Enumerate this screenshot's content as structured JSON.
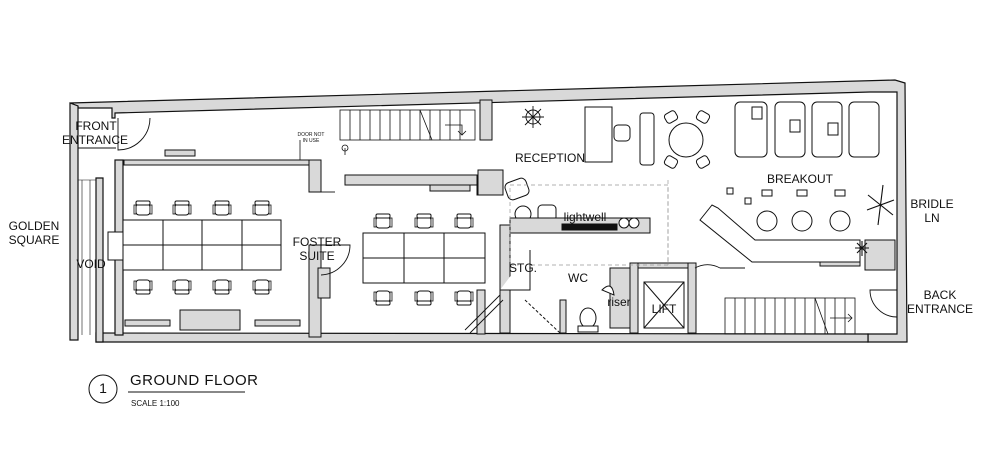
{
  "plan": {
    "title": "GROUND FLOOR",
    "number": "1",
    "scale": "SCALE  1:100"
  },
  "labels": {
    "front_entrance_1": "FRONT",
    "front_entrance_2": "ENTRANCE",
    "golden_square_1": "GOLDEN",
    "golden_square_2": "SQUARE",
    "void": "VOID",
    "foster_suite_1": "FOSTER",
    "foster_suite_2": "SUITE",
    "door_not_in_use_1": "DOOR NOT",
    "door_not_in_use_2": "IN USE",
    "reception": "RECEPTION",
    "lightwell": "lightwell",
    "stg": "STG.",
    "wc": "WC",
    "riser": "riser",
    "lift": "LIFT",
    "breakout": "BREAKOUT",
    "bridle_ln_1": "BRIDLE",
    "bridle_ln_2": "LN",
    "back_entrance_1": "BACK",
    "back_entrance_2": "ENTRANCE"
  },
  "colors": {
    "wall_fill": "#d9d9d9",
    "line": "#111111",
    "dashed": "#999999"
  }
}
